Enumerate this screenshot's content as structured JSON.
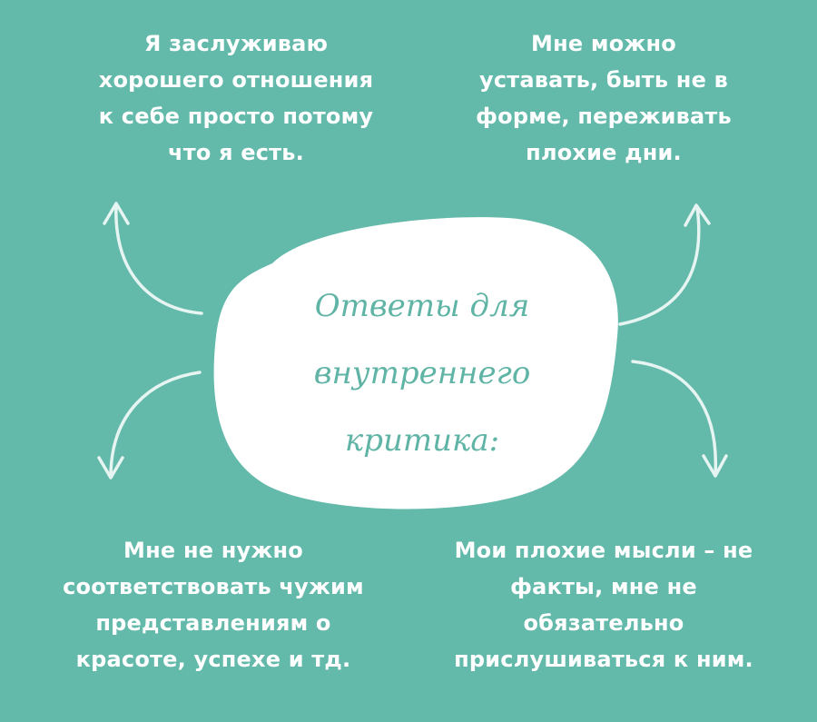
{
  "colors": {
    "background": "#63b9aa",
    "blob": "#ffffff",
    "title_text": "#5fb4a5",
    "arrows": "#e6f5f1"
  },
  "center": {
    "lines": [
      "Ответы для",
      "внутреннего",
      "критика:"
    ]
  },
  "statements": {
    "top_left": {
      "lines": [
        "Я заслуживаю",
        "хорошего отношения",
        "к себе просто потому",
        "что я есть."
      ]
    },
    "top_right": {
      "lines": [
        "Мне можно",
        "уставать, быть не в",
        "форме, переживать",
        "плохие дни."
      ]
    },
    "bottom_left": {
      "lines": [
        "Мне не нужно",
        "соответствовать чужим",
        "представлениям о",
        "красоте, успехе и тд."
      ]
    },
    "bottom_right": {
      "lines": [
        "Мои плохие мысли – не",
        "факты, мне не",
        "обязательно",
        "прислушиваться к ним."
      ]
    }
  }
}
